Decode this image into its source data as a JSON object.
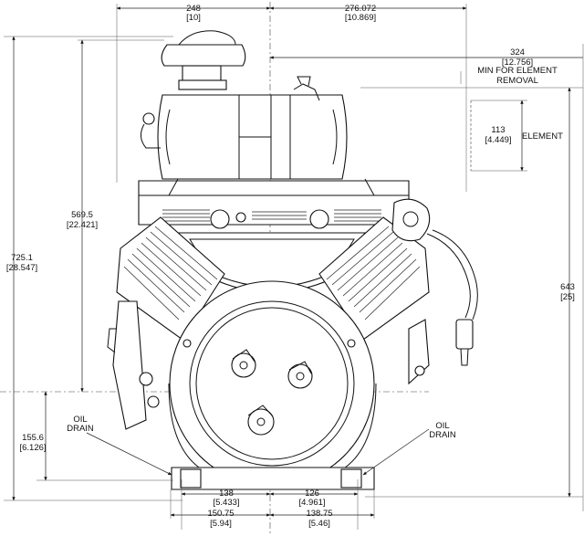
{
  "dimensions": {
    "top_left": {
      "mm": "248",
      "in": "[10]"
    },
    "top_right": {
      "mm": "276.072",
      "in": "[10.869]"
    },
    "element_removal": {
      "mm": "324",
      "in": "[12.756]",
      "note_line1": "MIN FOR ELEMENT",
      "note_line2": "REMOVAL"
    },
    "element": {
      "mm": "113",
      "in": "[4.449]",
      "label": "ELEMENT"
    },
    "height_total": {
      "mm": "725.1",
      "in": "[28.547]"
    },
    "height_center": {
      "mm": "569.5",
      "in": "[22.421]"
    },
    "height_right": {
      "mm": "643",
      "in": "[25]"
    },
    "oil_drain_height": {
      "mm": "155.6",
      "in": "[6.126]"
    },
    "bottom_138": {
      "mm": "138",
      "in": "[5.433]"
    },
    "bottom_126": {
      "mm": "126",
      "in": "[4.961]"
    },
    "bottom_150": {
      "mm": "150.75",
      "in": "[5.94]"
    },
    "bottom_138_75": {
      "mm": "138.75",
      "in": "[5.46]"
    }
  },
  "labels": {
    "oil_drain_left_1": "OIL",
    "oil_drain_left_2": "DRAIN",
    "oil_drain_right_1": "OIL",
    "oil_drain_right_2": "DRAIN"
  }
}
